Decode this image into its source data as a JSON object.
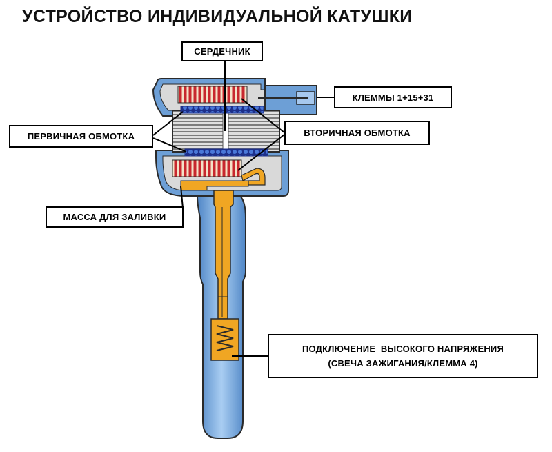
{
  "title": "УСТРОЙСТВО ИНДИВИДУАЛЬНОЙ КАТУШКИ",
  "labels": {
    "core": "СЕРДЕЧНИК",
    "terminals": "КЛЕММЫ 1+15+31",
    "primary_winding": "ПЕРВИЧНАЯ ОБМОТКА",
    "secondary_winding": "ВТОРИЧНАЯ ОБМОТКА",
    "potting_compound": "МАССА ДЛЯ ЗАЛИВКИ",
    "hv_connection_line1": "ПОДКЛЮЧЕНИЕ  ВЫСОКОГО НАПРЯЖЕНИЯ",
    "hv_connection_line2": "(СВЕЧА ЗАЖИГАНИЯ/КЛЕММА 4)"
  },
  "colors": {
    "housing_blue": "#6d9fd6",
    "housing_light": "#a6c8ee",
    "potting_grey": "#d9d9d9",
    "conductor_orange": "#f0a623",
    "winding_red": "#c8282e",
    "core_grey": "#8f8f8f",
    "outline": "#2a2a2a"
  }
}
